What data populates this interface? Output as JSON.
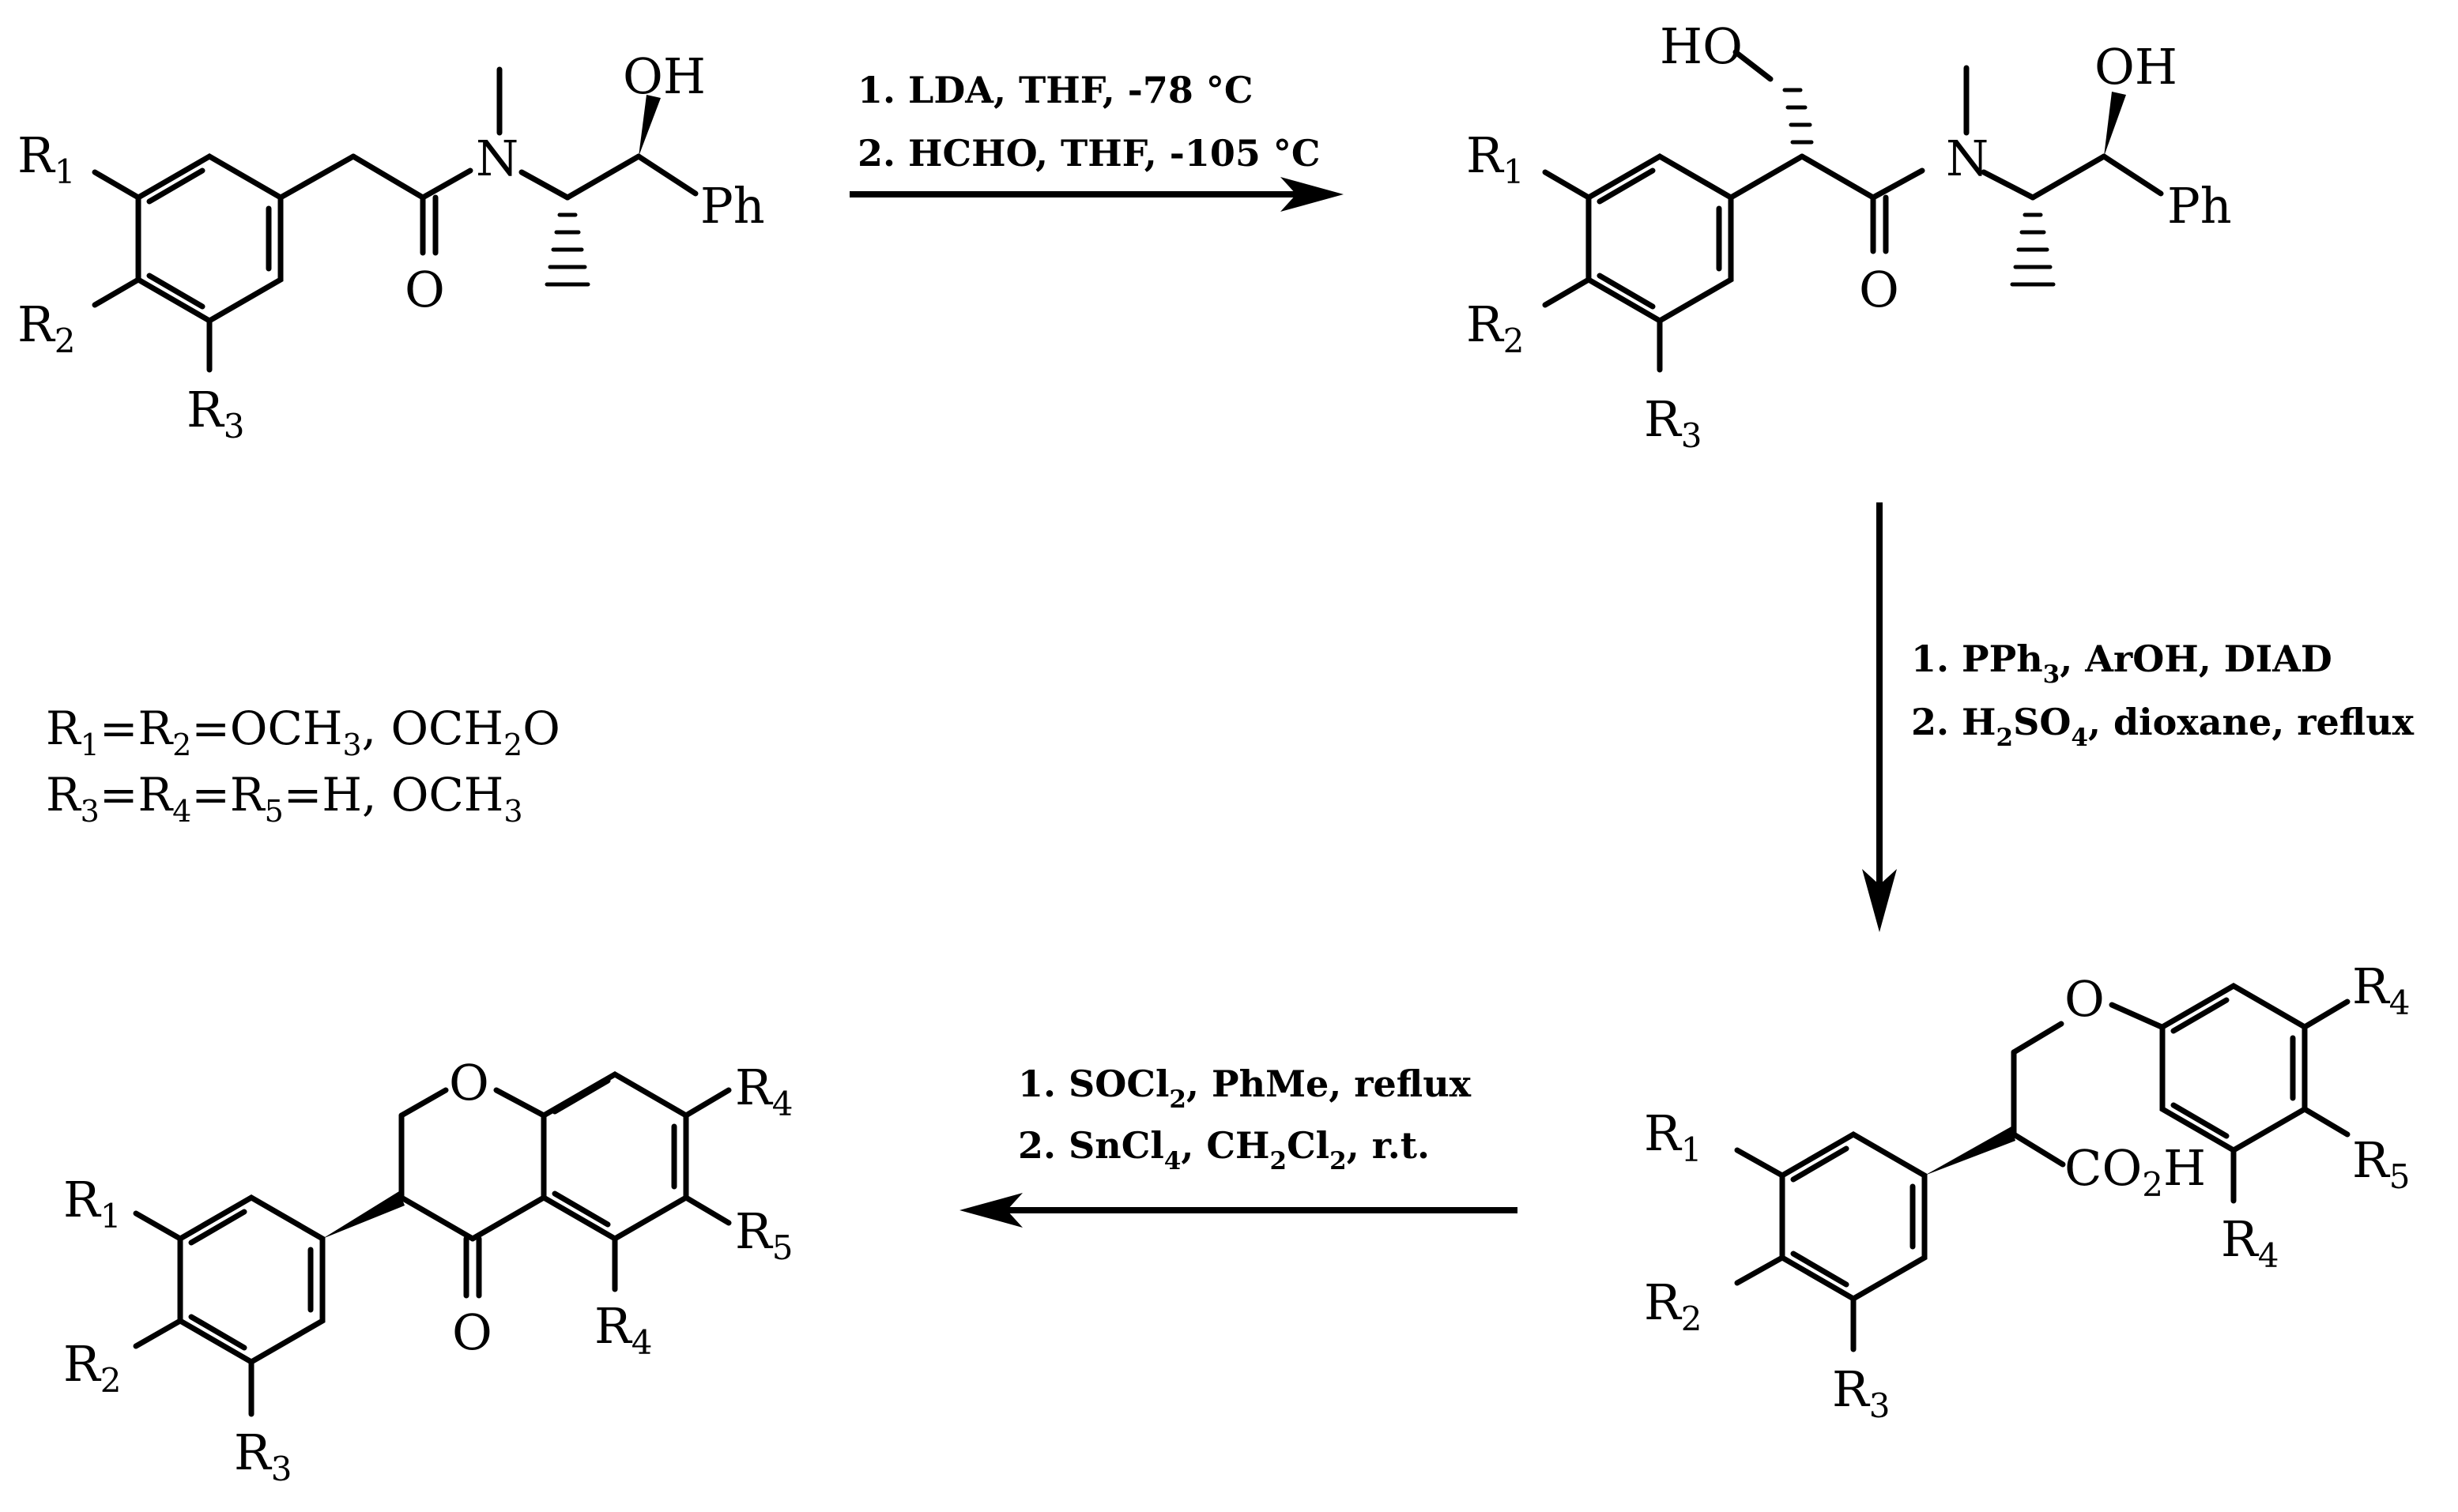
{
  "sm": {
    "r1": "R1",
    "r2": "R2",
    "r3": "R3",
    "oh": "OH",
    "ph": "Ph",
    "n": "N",
    "o": "O"
  },
  "p1": {
    "ho": "HO",
    "r1": "R1",
    "r2": "R2",
    "r3": "R3",
    "oh": "OH",
    "ph": "Ph",
    "n": "N",
    "o": "O"
  },
  "p2": {
    "o": "O",
    "co2h": "CO2H",
    "r1": "R1",
    "r2": "R2",
    "r3": "R3",
    "r4a": "R4",
    "r5": "R5",
    "r4b": "R4"
  },
  "p3": {
    "o_ring": "O",
    "o_keto": "O",
    "r1": "R1",
    "r2": "R2",
    "r3": "R3",
    "r4a": "R4",
    "r5": "R5",
    "r4b": "R4"
  },
  "step1": {
    "line1": "1. LDA, THF, -78 °C",
    "line2": "2. HCHO, THF, -105 °C"
  },
  "step2": {
    "line1": "1. PPh3, ArOH, DIAD",
    "line2": "2. H2SO4, dioxane, reflux"
  },
  "step3": {
    "line1": "1. SOCl2, PhMe, reflux",
    "line2": "2. SnCl4, CH2Cl2, r.t."
  },
  "legend": {
    "line1": "R1=R2=OCH3, OCH2O",
    "line2": "R3=R4=R5=H, OCH3"
  }
}
